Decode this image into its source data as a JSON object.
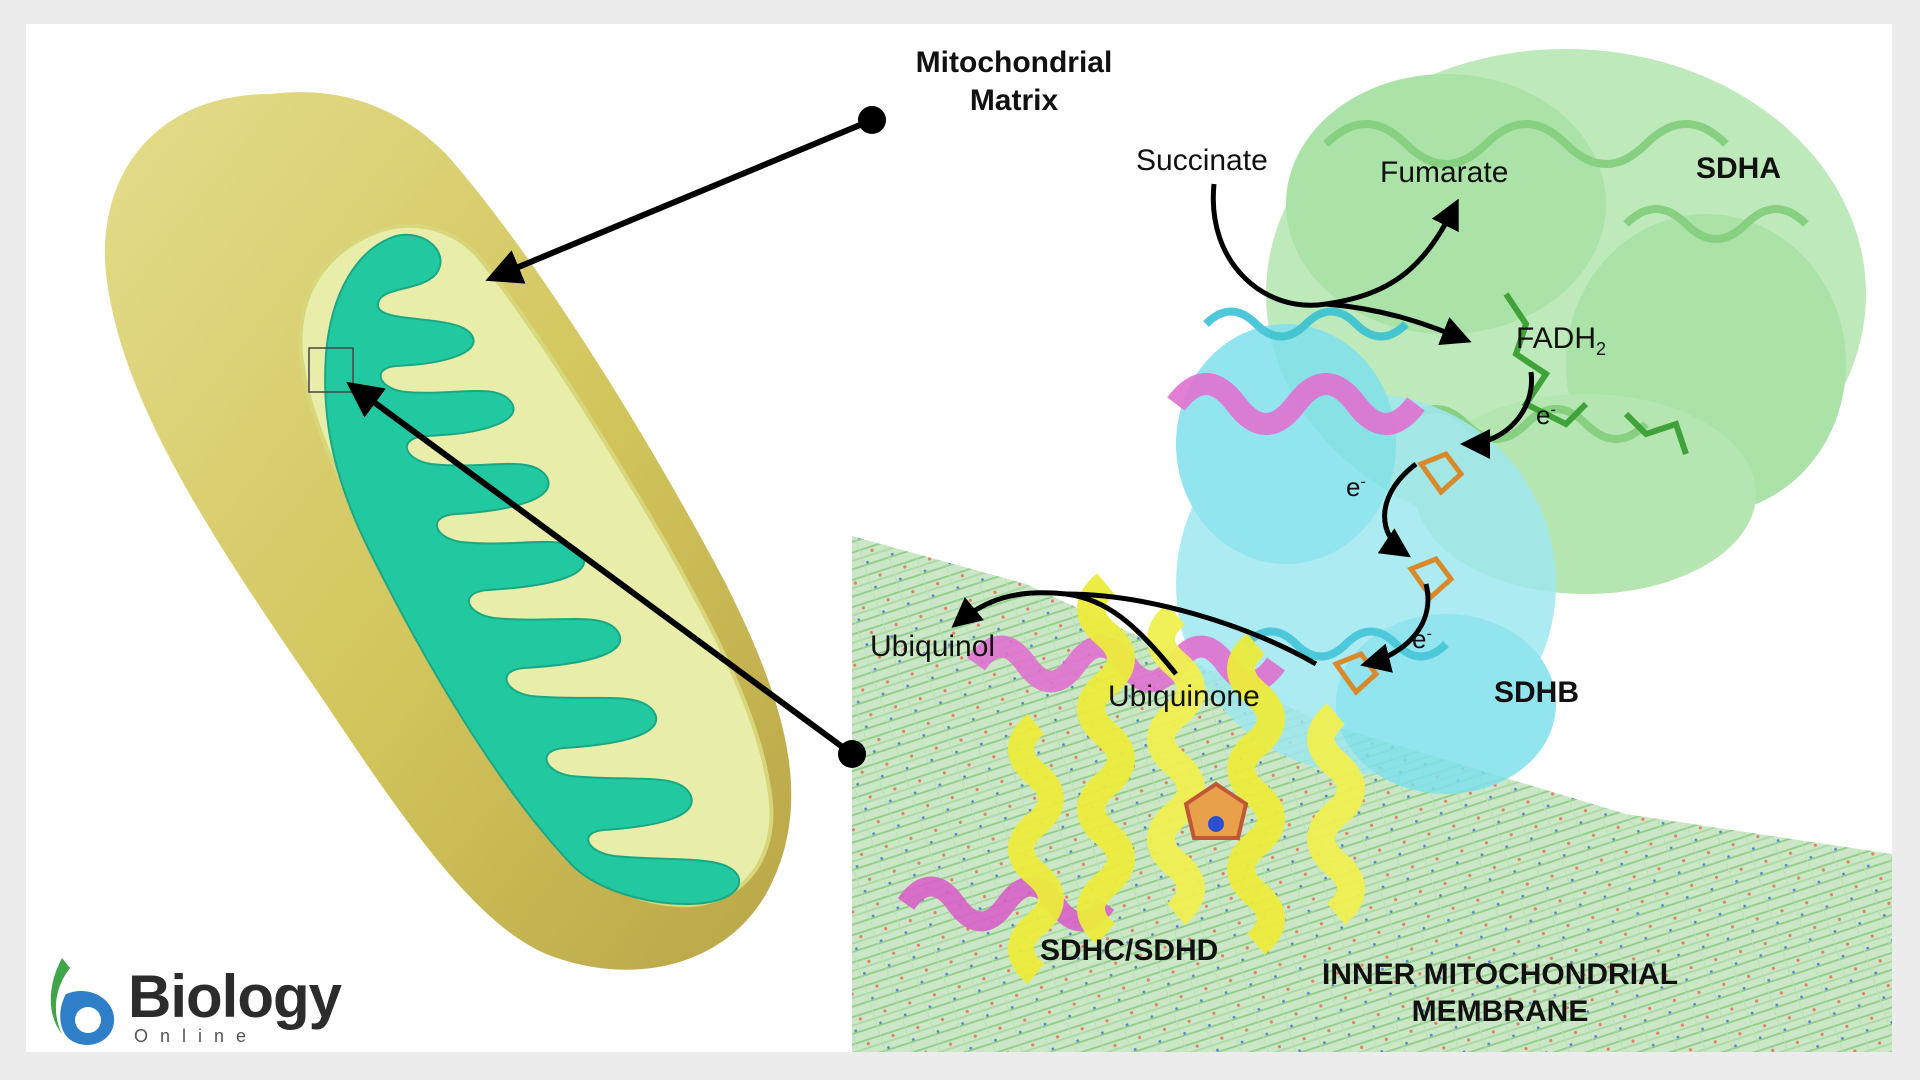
{
  "labels": {
    "matrix_line1": "Mitochondrial",
    "matrix_line2": "Matrix",
    "succinate": "Succinate",
    "fumarate": "Fumarate",
    "fadh_main": "FADH",
    "fadh_sub": "2",
    "e1": "e",
    "e2": "e",
    "e3": "e",
    "e_sup": "-",
    "sdha": "SDHA",
    "sdhb": "SDHB",
    "sdhcd": "SDHC/SDHD",
    "ubiquinol": "Ubiquinol",
    "ubiquinone": "Ubiquinone",
    "membrane_line1": "INNER MITOCHONDRIAL",
    "membrane_line2": "MEMBRANE"
  },
  "logo": {
    "word": "Biology",
    "sub": "Online"
  },
  "colors": {
    "outer_membrane": "#d4c860",
    "intermembrane": "#e6eaa0",
    "cristae": "#22c9a0",
    "sdha": "#8fd98a",
    "sdhb": "#5fd8e8",
    "sdhcd": "#f0f050",
    "magenta": "#e070d0",
    "lipid": "#9ed69a",
    "arrow": "#000000",
    "logo_green": "#3fa548",
    "logo_blue": "#2e7fc8"
  }
}
